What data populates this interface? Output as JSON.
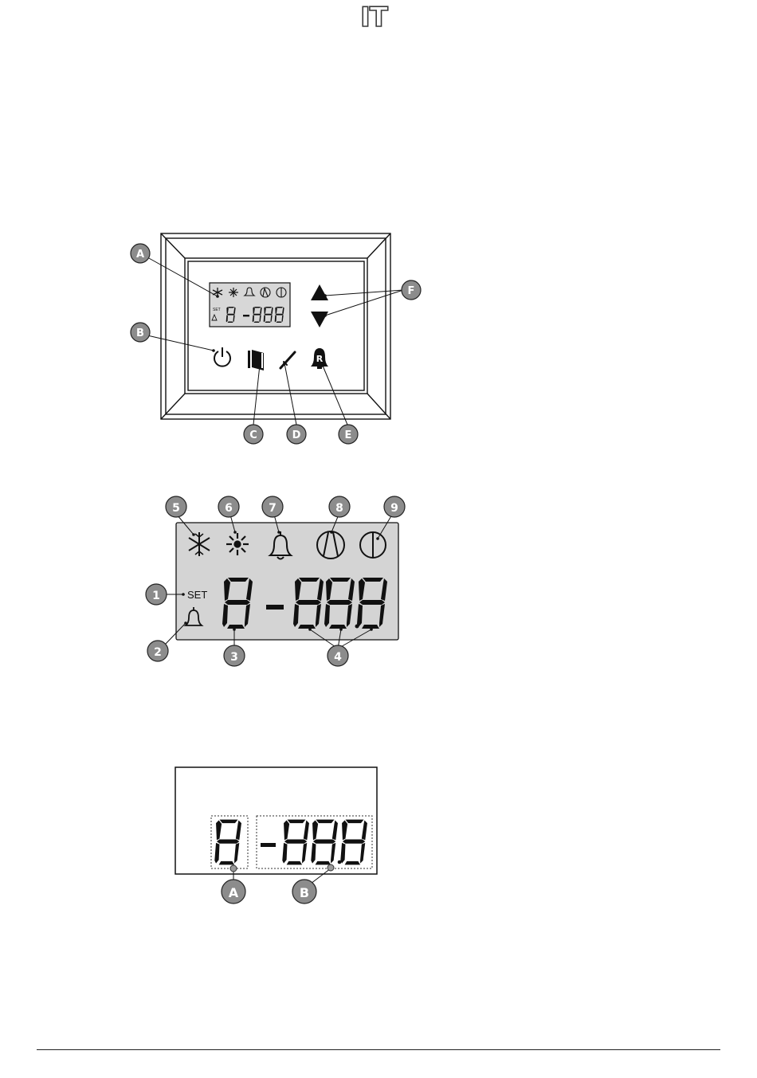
{
  "page": {
    "language_code": "IT"
  },
  "colors": {
    "callout_fill": "#8c8c8c",
    "lcd_fill": "#d4d4d4",
    "stroke": "#111111"
  },
  "panel": {
    "lcd": {
      "set_label": "SET"
    },
    "callouts": {
      "A": "A",
      "B": "B",
      "C": "C",
      "D": "D",
      "E": "E",
      "F": "F"
    },
    "icons": [
      "snowflake-icon",
      "defrost-icon",
      "alarm-bell-icon",
      "compressor-icon",
      "fan-icon",
      "power-icon",
      "door-icon",
      "light-icon",
      "alarm-reset-icon",
      "up-arrow-icon",
      "down-arrow-icon"
    ],
    "reset_letter": "R"
  },
  "display_detail": {
    "set_label": "SET",
    "callouts": [
      "1",
      "2",
      "3",
      "4",
      "5",
      "6",
      "7",
      "8",
      "9"
    ]
  },
  "digit_detail": {
    "callouts": {
      "A": "A",
      "B": "B"
    }
  }
}
